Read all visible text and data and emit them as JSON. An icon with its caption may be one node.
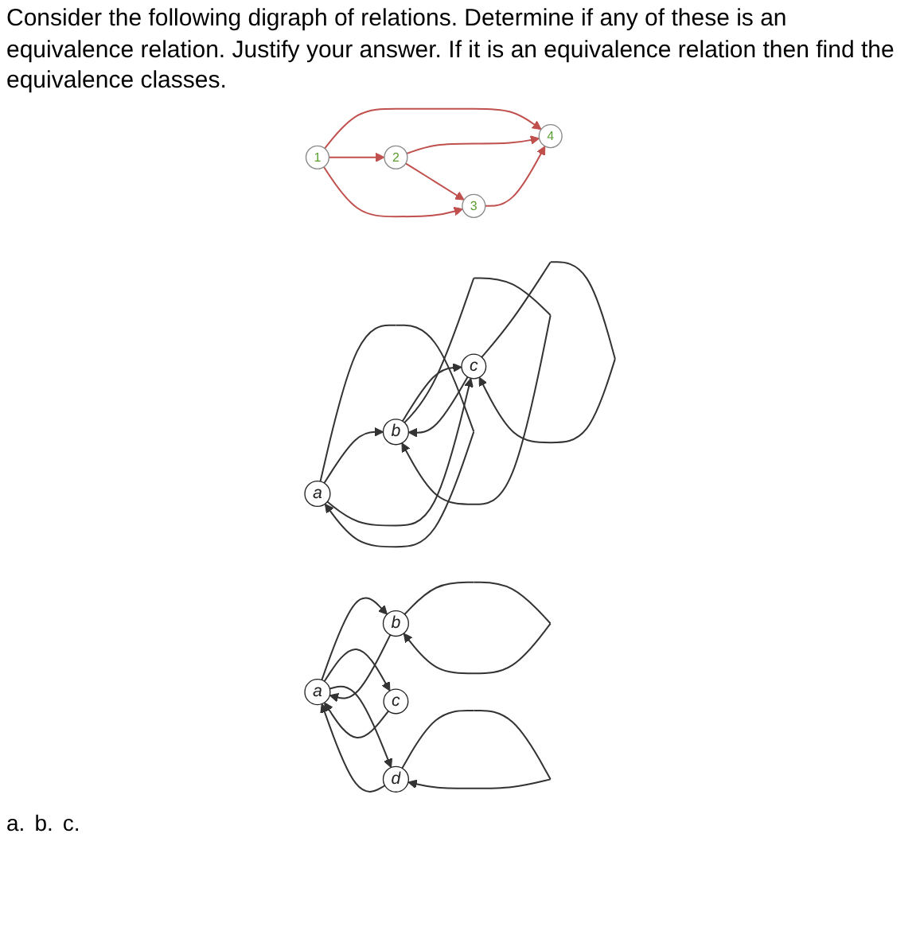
{
  "diagram": {
    "title": "Consider the following digraph of relations. Determine if any of these is an equivalence relation. Justify your answer. If it is an equivalence relation then find the equivalence classes.",
    "nodes": [
      {
        "text": [
          "1"
        ]
      },
      {
        "text": [
          "4"
        ]
      },
      {
        "text": [
          "2"
        ]
      },
      {
        "text": [
          "3"
        ]
      },
      {
        "text": [
          "a"
        ]
      },
      {
        "text": [
          "b"
        ]
      },
      {
        "text": [
          "c"
        ]
      },
      {
        "text": [
          "a"
        ]
      },
      {
        "text": [
          "b"
        ]
      },
      {
        "text": [
          "c"
        ]
      },
      {
        "text": [
          "d"
        ]
      }
    ],
    "edges": [
      {
        "from": 0,
        "to": 1,
        "arrow": "to",
        "color": "#c0504d"
      },
      {
        "from": 0,
        "to": 2,
        "arrow": "to",
        "color": "#c0504d"
      },
      {
        "from": 0,
        "to": 3,
        "arrow": "to",
        "color": "#c0504d"
      },
      {
        "from": 2,
        "to": 1,
        "arrow": "to",
        "color": "#c0504d"
      },
      {
        "from": 2,
        "to": 3,
        "arrow": "to",
        "color": "#c0504d"
      },
      {
        "from": 3,
        "to": 1,
        "arrow": "to",
        "color": "#c0504d"
      },
      {
        "from": 4,
        "to": 4,
        "arrow": "to"
      },
      {
        "from": 4,
        "to": 5,
        "arrow": "to"
      },
      {
        "from": 4,
        "to": 6,
        "arrow": "to"
      },
      {
        "from": 6,
        "to": 5,
        "arrow": "to"
      },
      {
        "from": 5,
        "to": 6,
        "arrow": "to"
      },
      {
        "from": 5,
        "to": 5,
        "arrow": "to"
      },
      {
        "from": 6,
        "to": 6,
        "arrow": "to"
      },
      {
        "from": 8,
        "to": 7,
        "arrow": "to"
      },
      {
        "from": 7,
        "to": 8,
        "arrow": "to"
      },
      {
        "from": 8,
        "to": 8,
        "arrow": "to"
      },
      {
        "from": 7,
        "to": 9,
        "arrow": "to"
      },
      {
        "from": 9,
        "to": 7,
        "arrow": "to"
      },
      {
        "from": 10,
        "to": 7,
        "arrow": "to"
      },
      {
        "from": 7,
        "to": 10,
        "arrow": "to"
      },
      {
        "from": 10,
        "to": 10,
        "arrow": "to"
      }
    ],
    "labels": [
      "a.",
      "b.",
      "c."
    ]
  }
}
